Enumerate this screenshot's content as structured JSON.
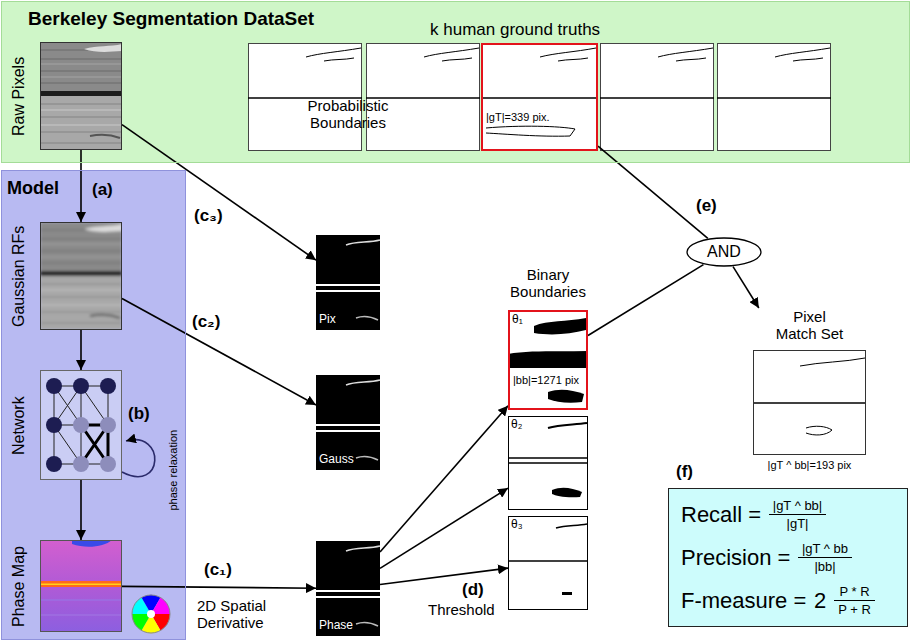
{
  "diagram": {
    "nodes": [
      {
        "text": [
          "Berkeley Segmentation DataSet"
        ]
      },
      {
        "text": [
          "Raw Pixels"
        ],
        "in": 0
      },
      {
        "text": [
          "|gT|=339 pix."
        ],
        "in": 0
      },
      {
        "text": [
          "Model"
        ]
      },
      {
        "text": [
          "Gaussian RFs"
        ],
        "in": 3
      },
      {
        "text": [
          "Network"
        ],
        "in": 3
      },
      {
        "text": [
          "Phase Map"
        ],
        "in": 3
      },
      {
        "text": [
          "Probabilistic Boundaries",
          "Pix"
        ]
      },
      {
        "text": [
          "Gauss"
        ]
      },
      {
        "text": [
          "Phase"
        ]
      },
      {
        "text": [
          "Binary Boundaries",
          "θ₁",
          "|bb|=1271 pix"
        ]
      },
      {
        "text": [
          "θ₂"
        ]
      },
      {
        "text": [
          "θ₃"
        ]
      },
      {
        "text": [
          "AND"
        ]
      },
      {
        "text": [
          "Pixel Match Set",
          "|gT ^ bb|=193 pix"
        ]
      },
      {
        "text": [
          "Recall =",
          "|gT ^ bb|",
          "|gT|",
          "Precision =",
          "|gT ^ bb",
          "|bb|",
          "F-measure =",
          "2",
          "P * R",
          "P + R"
        ]
      }
    ],
    "edges": [
      {
        "from": 1,
        "to": 4,
        "arrow": "to",
        "label": "(a)"
      },
      {
        "from": 4,
        "to": 5,
        "arrow": "to"
      },
      {
        "from": 5,
        "to": 6,
        "arrow": "to"
      },
      {
        "from": 1,
        "to": 7,
        "arrow": "to",
        "label": "(c₃)"
      },
      {
        "from": 4,
        "to": 8,
        "arrow": "to",
        "label": "(c₂)"
      },
      {
        "from": 6,
        "to": 9,
        "arrow": "to",
        "label": "(c₁)"
      },
      {
        "from": 9,
        "to": 10,
        "arrow": "to"
      },
      {
        "from": 9,
        "to": 11,
        "arrow": "to"
      },
      {
        "from": 9,
        "to": 12,
        "arrow": "to",
        "label": "(d)"
      },
      {
        "from": 2,
        "to": 13,
        "arrow": "none",
        "label": "(e)"
      },
      {
        "from": 10,
        "to": 13,
        "arrow": "none"
      },
      {
        "from": 13,
        "to": 14,
        "arrow": "to"
      }
    ],
    "labels": [
      "k human ground truths",
      "(b)",
      "phase relaxation",
      "2D Spatial Derivative",
      "Threshold",
      "(f)"
    ]
  }
}
